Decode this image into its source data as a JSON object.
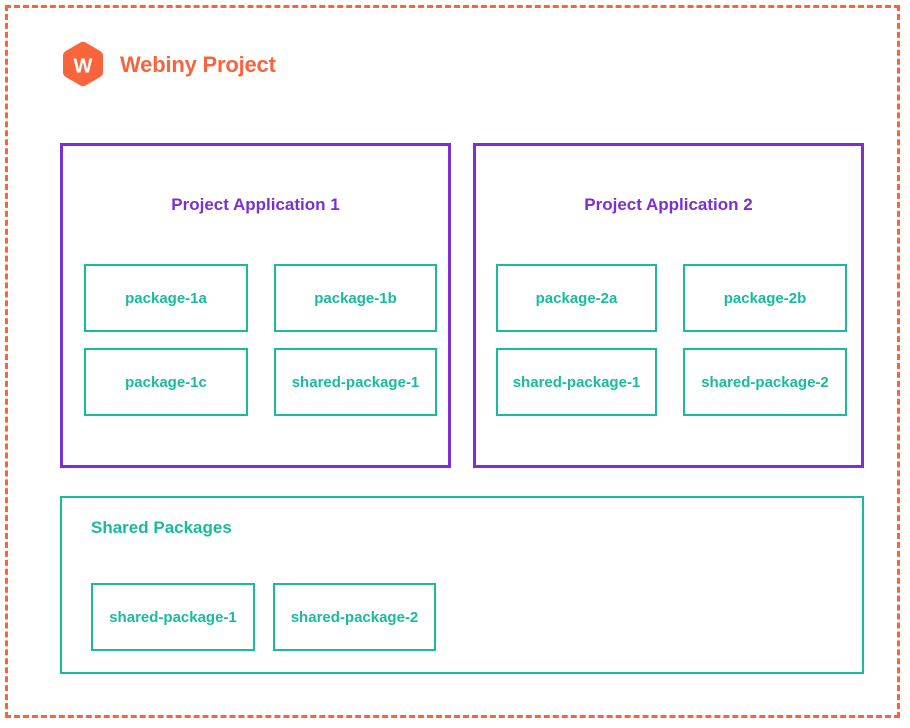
{
  "brand": {
    "title": "Webiny Project",
    "logo_icon": "webiny-hexagon-logo-icon",
    "logo_letter": "W",
    "accent_color": "#f8643c"
  },
  "colors": {
    "boundary_dashed": "#f8643c",
    "application_border": "#7b2fd4",
    "application_title": "#7b2fd4",
    "package_border": "#18bc9c",
    "package_text": "#18bc9c",
    "background": "#ffffff"
  },
  "applications": [
    {
      "title": "Project Application 1",
      "packages": [
        {
          "label": "package-1a"
        },
        {
          "label": "package-1b"
        },
        {
          "label": "package-1c"
        },
        {
          "label": "shared-package-1"
        }
      ]
    },
    {
      "title": "Project Application 2",
      "packages": [
        {
          "label": "package-2a"
        },
        {
          "label": "package-2b"
        },
        {
          "label": "shared-package-1"
        },
        {
          "label": "shared-package-2"
        }
      ]
    }
  ],
  "shared_packages": {
    "title": "Shared Packages",
    "packages": [
      {
        "label": "shared-package-1"
      },
      {
        "label": "shared-package-2"
      }
    ]
  }
}
